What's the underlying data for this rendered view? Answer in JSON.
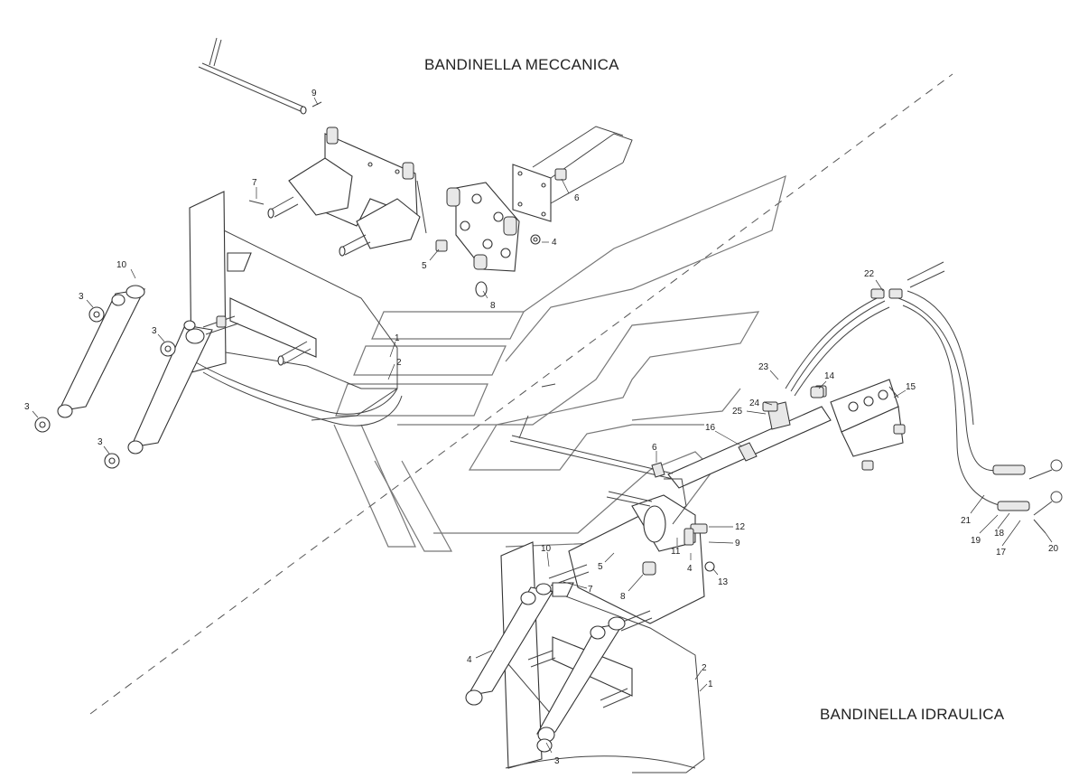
{
  "titles": {
    "mechanical": "BANDINELLA MECCANICA",
    "hydraulic": "BANDINELLA IDRAULICA"
  },
  "callouts_mechanical": [
    "9",
    "7",
    "6",
    "4",
    "5",
    "8",
    "10",
    "3",
    "3",
    "3",
    "3",
    "1",
    "2"
  ],
  "callouts_hydraulic": [
    "22",
    "23",
    "14",
    "15",
    "24",
    "25",
    "16",
    "6",
    "12",
    "9",
    "11",
    "4",
    "13",
    "5",
    "10",
    "7",
    "8",
    "4",
    "2",
    "1",
    "3",
    "21",
    "19",
    "18",
    "17",
    "20"
  ]
}
